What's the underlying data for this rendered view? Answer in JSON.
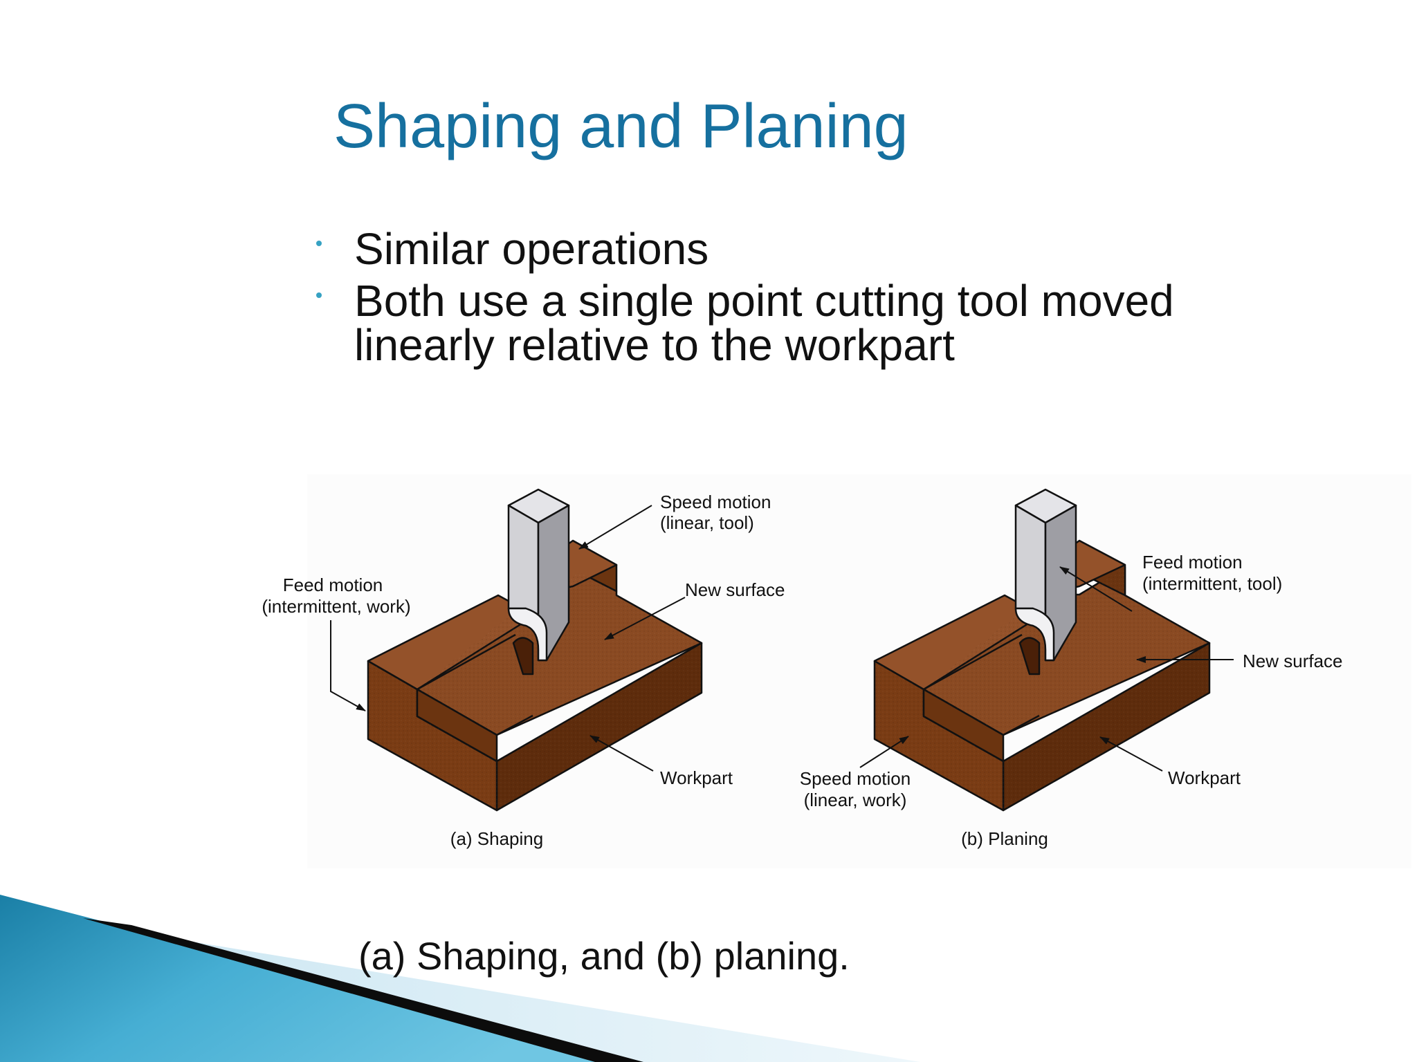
{
  "slide": {
    "title": "Shaping and Planing",
    "bullets": [
      {
        "lines": [
          "Similar operations"
        ]
      },
      {
        "lines": [
          "Both use a single point cutting tool moved",
          "linearly relative to the workpart"
        ]
      }
    ],
    "caption": "(a) Shaping, and (b) planing."
  },
  "figure": {
    "shaping": {
      "speed_label_line1": "Speed motion",
      "speed_label_line2": "(linear, tool)",
      "feed_label_line1": "Feed motion",
      "feed_label_line2": "(intermittent, work)",
      "new_surface_label": "New surface",
      "workpart_label": "Workpart",
      "sub_caption": "(a) Shaping"
    },
    "planing": {
      "feed_label_line1": "Feed motion",
      "feed_label_line2": "(intermittent, tool)",
      "new_surface_label": "New surface",
      "speed_label_line1": "Speed motion",
      "speed_label_line2": "(linear, work)",
      "workpart_label": "Workpart",
      "sub_caption": "(b) Planing"
    }
  },
  "colors": {
    "title": "#16709f",
    "bullet": "#36a2c3",
    "work_top": "#8a4a22",
    "work_front": "#7a3c14",
    "work_side": "#5e2c0c",
    "tool_front": "#d2d2d6",
    "tool_side": "#9e9ea4"
  },
  "icons": {
    "bullet": "bullet-dot-icon"
  }
}
